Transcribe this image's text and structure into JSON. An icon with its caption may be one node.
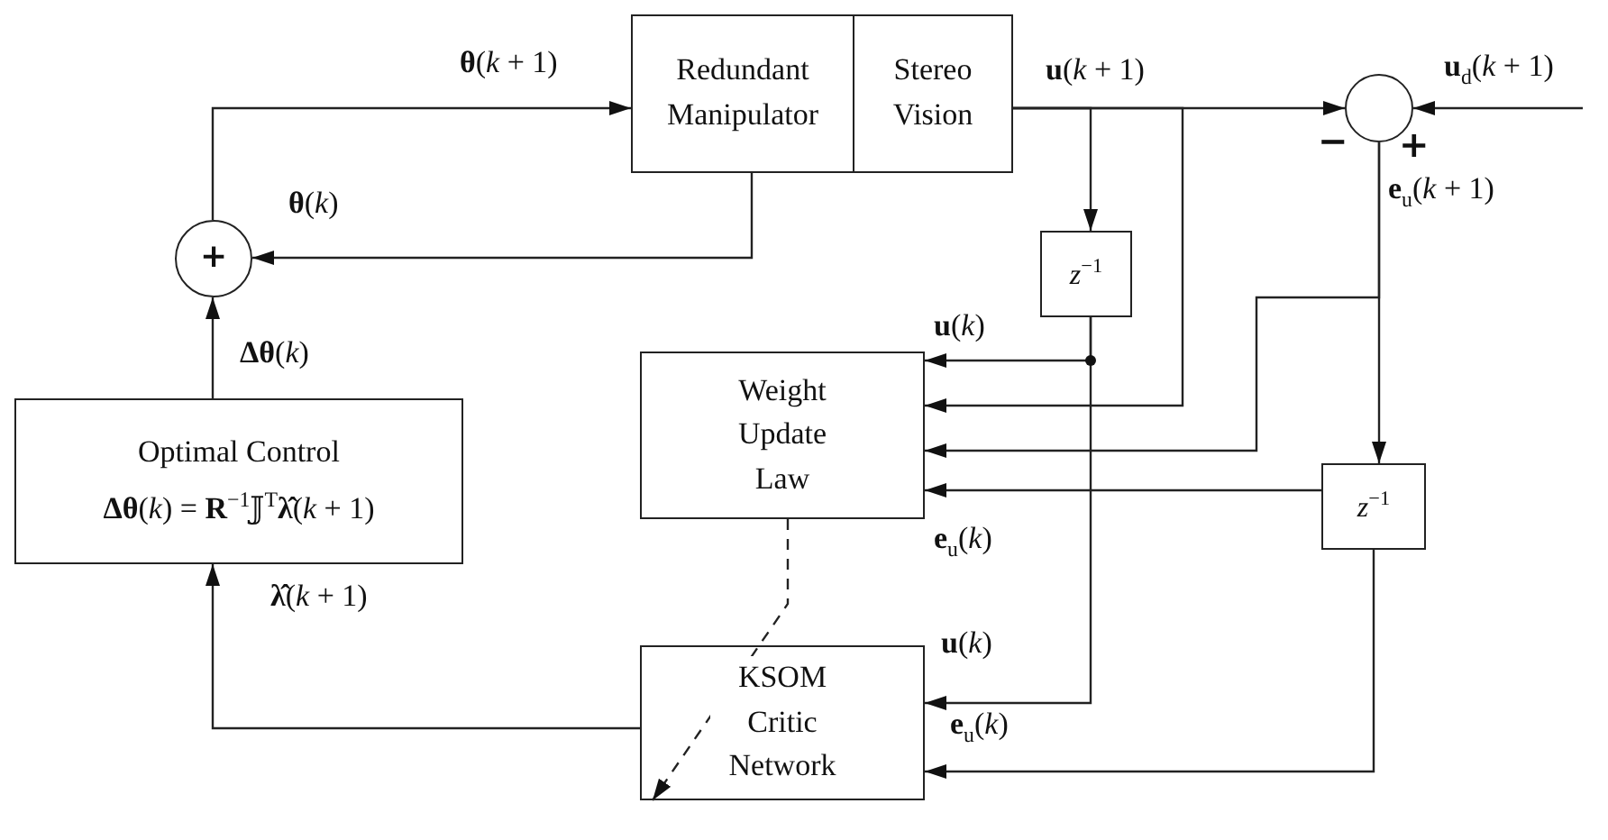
{
  "diagram": {
    "nodes": [
      {
        "text": [
          "Redundant Manipulator"
        ]
      },
      {
        "text": [
          "Stereo Vision"
        ]
      },
      {
        "text": [],
        "shape": "circle",
        "beside": [
          "−",
          "+"
        ]
      },
      {
        "text": [
          "+"
        ]
      },
      {
        "text": [
          "*z*$^{−1}$"
        ]
      },
      {
        "text": [
          "Weight Update Law"
        ]
      },
      {
        "text": [
          "Optimal Control",
          "**Δθ**(*k*) = **R**$^{−1}$𝕁$^{T}$**λ̂**(*k* + 1)"
        ]
      },
      {
        "text": [
          "*z*$^{−1}$"
        ]
      },
      {
        "text": [
          "KSOM Critic Network"
        ]
      }
    ],
    "edges": [
      {
        "from": 3,
        "to": 0,
        "arrow": "to",
        "label": "**θ**(*k* + 1)"
      },
      {
        "from": 1,
        "to": 2,
        "arrow": "to",
        "label": "**u**(*k* + 1)"
      },
      {
        "from": null,
        "to": 2,
        "arrow": "to",
        "label": "**u**$_{d}$(*k* + 1)"
      },
      {
        "from": 0,
        "to": 3,
        "arrow": "to",
        "label": "**θ**(*k*)"
      },
      {
        "from": 6,
        "to": 3,
        "arrow": "to",
        "label": "**Δθ**(*k*)"
      },
      {
        "from": 1,
        "to": 4,
        "arrow": "to"
      },
      {
        "from": 4,
        "to": 5,
        "arrow": "to",
        "label": "**u**(*k*)"
      },
      {
        "from": 4,
        "to": 8,
        "arrow": "to",
        "label": "**u**(*k*)"
      },
      {
        "from": 1,
        "to": 5,
        "arrow": "to"
      },
      {
        "from": 2,
        "to": 5,
        "arrow": "to",
        "label": "**e**$_{u}$(*k* + 1)"
      },
      {
        "from": 2,
        "to": 7,
        "arrow": "to"
      },
      {
        "from": 7,
        "to": 5,
        "arrow": "to",
        "label": "**e**$_{u}$(*k*)"
      },
      {
        "from": 7,
        "to": 8,
        "arrow": "to",
        "label": "**e**$_{u}$(*k*)"
      },
      {
        "from": 8,
        "to": 6,
        "arrow": "to",
        "label": "**λ̂**(*k* + 1)"
      },
      {
        "from": 5,
        "to": 8,
        "arrow": "to",
        "style": "dashed"
      }
    ]
  }
}
